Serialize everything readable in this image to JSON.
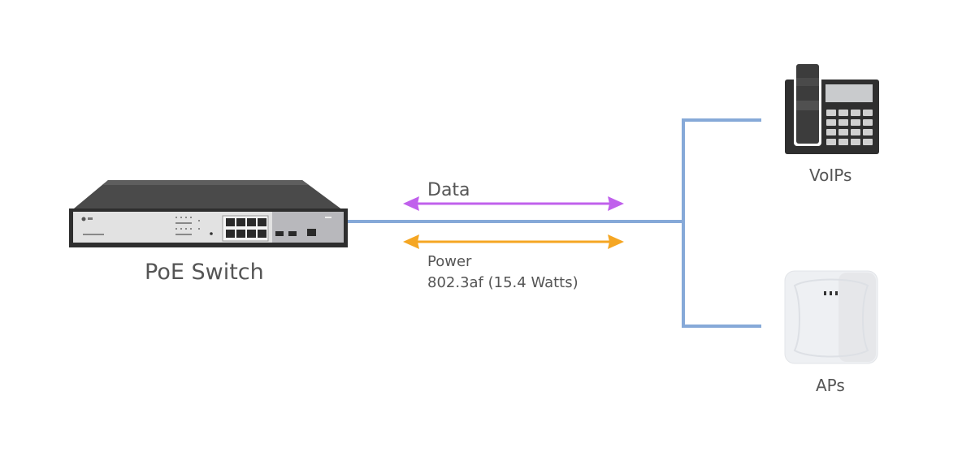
{
  "diagram": {
    "switch": {
      "label": "PoE Switch",
      "icon": "poe-switch-icon"
    },
    "data_link": {
      "label": "Data",
      "color": "#c061ec"
    },
    "power_link": {
      "label": "Power",
      "standard": "802.3af (15.4 Watts)",
      "color": "#f5a623"
    },
    "cable_color": "#86a9d8",
    "devices": [
      {
        "label": "VoIPs",
        "icon": "ip-phone-icon"
      },
      {
        "label": "APs",
        "icon": "access-point-icon"
      }
    ]
  }
}
